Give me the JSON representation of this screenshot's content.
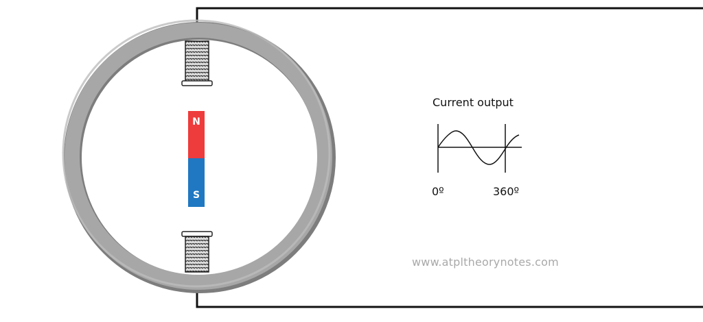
{
  "graph": {
    "title": "Current output",
    "start_label": "0º",
    "end_label": "360º"
  },
  "magnet": {
    "north_label": "N",
    "south_label": "S"
  },
  "watermark": "www.atpltheorynotes.com",
  "colors": {
    "north": "#ee3b3b",
    "south": "#1f78c1",
    "ring": "#a7a7a7",
    "ring_shadow": "#7d7d7d",
    "wire": "#111111"
  }
}
